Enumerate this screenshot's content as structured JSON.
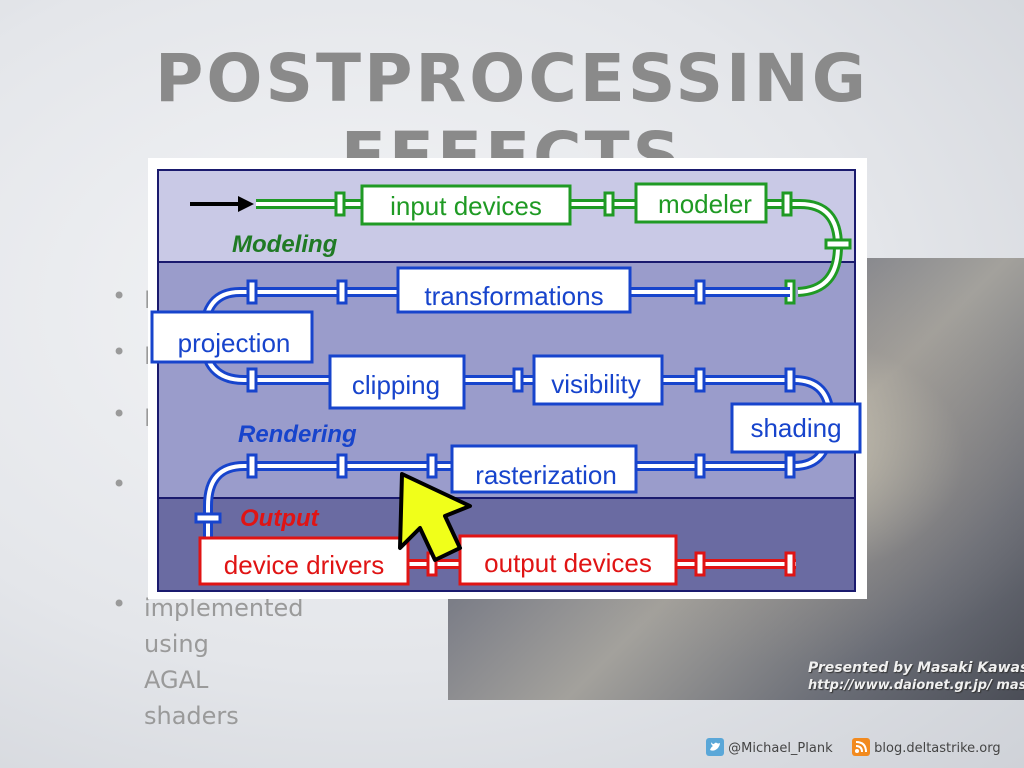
{
  "slide": {
    "title": "POSTPROCESSING\nEFFECTS",
    "bullets": [
      {
        "marker": "•",
        "text": "E"
      },
      {
        "marker": "•",
        "text": "E"
      },
      {
        "marker": "•",
        "text": "L"
      },
      {
        "marker": "•",
        "text": ""
      },
      {
        "marker": "•",
        "text": "implemented using\nAGAL shaders"
      }
    ]
  },
  "diagram": {
    "bands": {
      "modeling": "Modeling",
      "rendering": "Rendering",
      "output": "Output"
    },
    "stages": {
      "input_devices": "input devices",
      "modeler": "modeler",
      "transformations": "transformations",
      "projection": "projection",
      "clipping": "clipping",
      "visibility": "visibility",
      "shading": "shading",
      "rasterization": "rasterization",
      "device_drivers": "device drivers",
      "output_devices": "output devices"
    },
    "colors": {
      "modeling_band": "#c9c9e6",
      "rendering_band": "#9a9ccb",
      "output_band": "#6a6ba2",
      "modeling_pipe": "#1f9a24",
      "rendering_pipe": "#1744cc",
      "output_pipe": "#e01414",
      "cursor": "#f0ff1a"
    }
  },
  "photo": {
    "caption1": "Presented by Masaki Kawase",
    "caption2": "http://www.daionet.gr.jp/ masa"
  },
  "footer": {
    "twitter_icon": "twitter-icon",
    "twitter": "@Michael_Plank",
    "rss_icon": "rss-icon",
    "blog": "blog.deltastrike.org"
  }
}
